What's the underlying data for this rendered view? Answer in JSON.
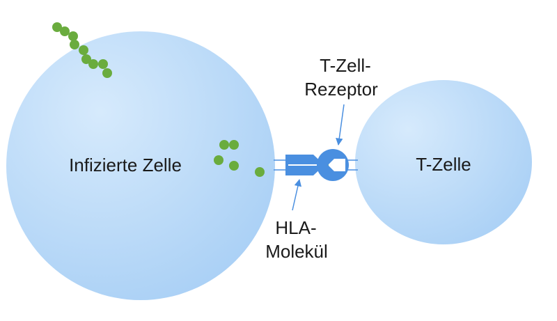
{
  "cells": {
    "infected": {
      "label": "Infizierte Zelle"
    },
    "tcell": {
      "label": "T-Zelle"
    }
  },
  "annotations": {
    "receptor": {
      "line1": "T-Zell-",
      "line2": "Rezeptor"
    },
    "hla": {
      "line1": "HLA-",
      "line2": "Molekül"
    }
  },
  "colors": {
    "cell_fill_light": "#d4e9fb",
    "cell_fill_dark": "#a9d0f5",
    "molecule": "#4a8fe0",
    "virus": "#6aac3e",
    "arrow": "#4a8fe0"
  }
}
